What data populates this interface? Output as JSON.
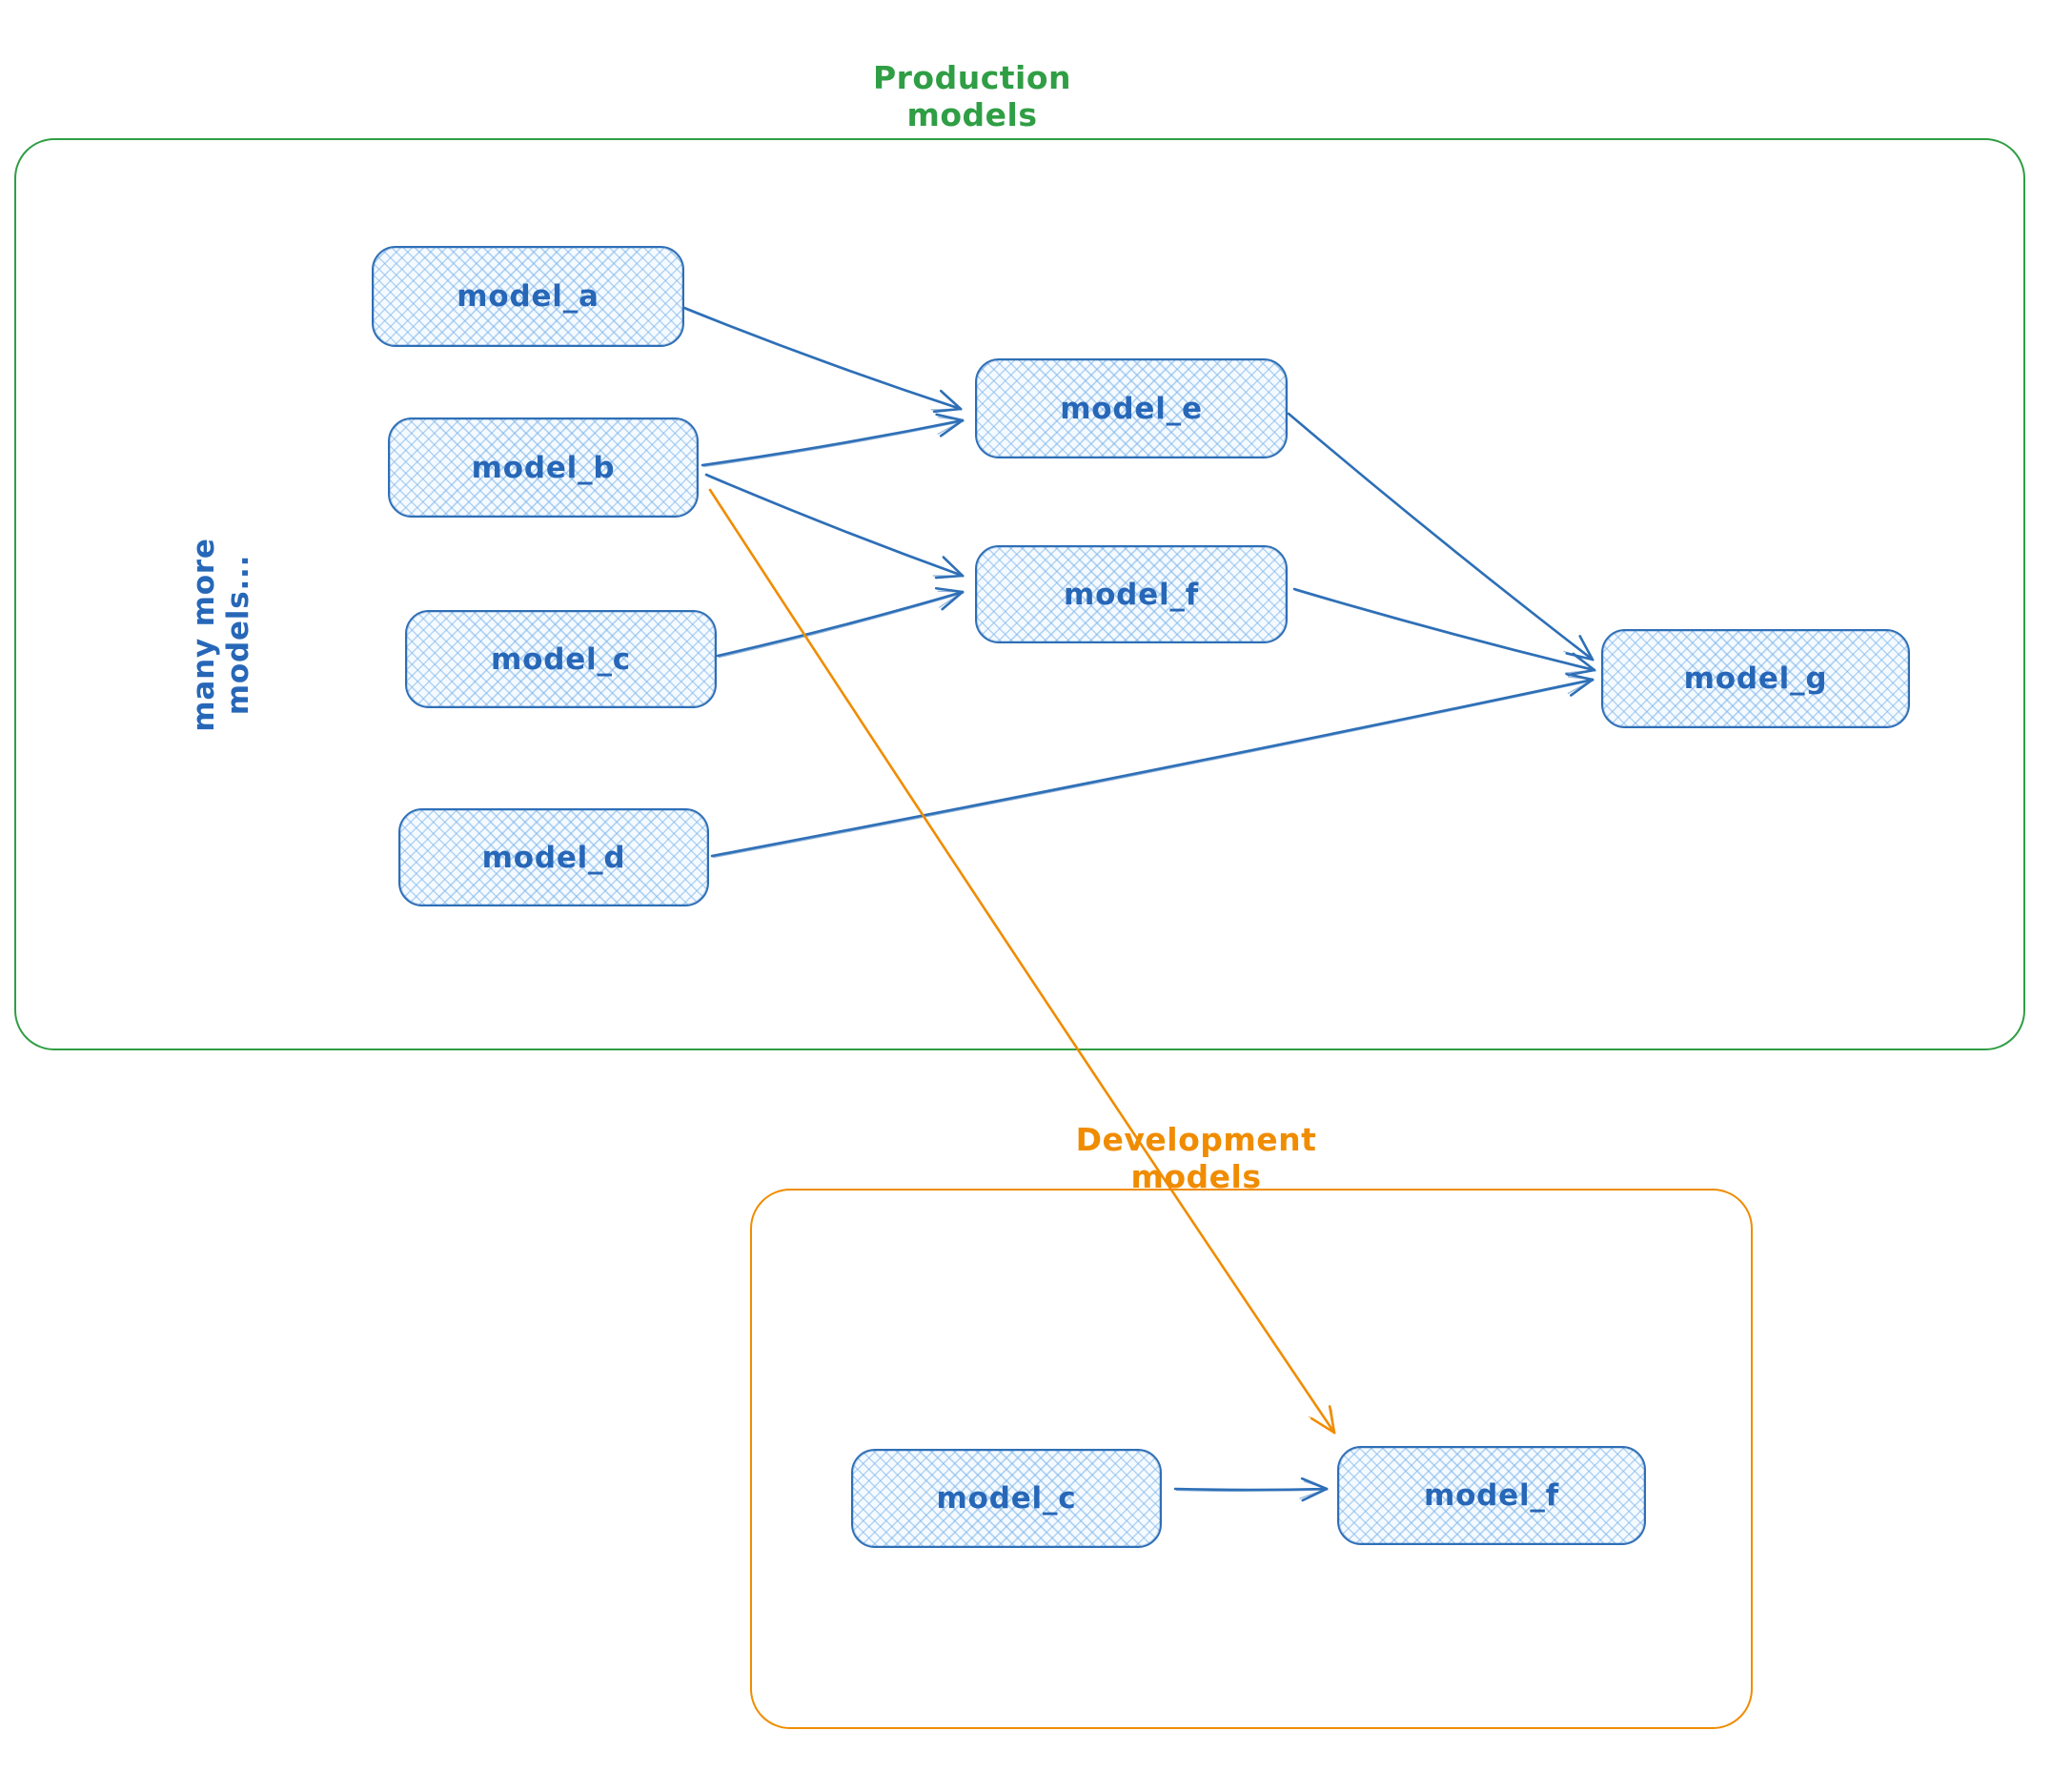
{
  "diagram": {
    "production": {
      "title": "Production models",
      "side_note": "many more models..."
    },
    "development": {
      "title": "Development models"
    }
  },
  "colors": {
    "production_border": "#2f9e44",
    "development_border": "#f08c00",
    "node_stroke": "#2e6fb7",
    "node_label": "#2767b8",
    "node_fill": "#a5d8ff",
    "blue_edge": "#2e6fb7",
    "orange_edge": "#f08c00"
  },
  "nodes": [
    {
      "id": "model_a",
      "label": "model_a",
      "group": "production"
    },
    {
      "id": "model_b",
      "label": "model_b",
      "group": "production"
    },
    {
      "id": "model_c",
      "label": "model_c",
      "group": "production"
    },
    {
      "id": "model_d",
      "label": "model_d",
      "group": "production"
    },
    {
      "id": "model_e",
      "label": "model_e",
      "group": "production"
    },
    {
      "id": "model_f",
      "label": "model_f",
      "group": "production"
    },
    {
      "id": "model_g",
      "label": "model_g",
      "group": "production"
    },
    {
      "id": "dev_model_c",
      "label": "model_c",
      "group": "development"
    },
    {
      "id": "dev_model_f",
      "label": "model_f",
      "group": "development"
    }
  ],
  "edges": [
    {
      "from": "model_a",
      "to": "model_e",
      "style": "blue"
    },
    {
      "from": "model_b",
      "to": "model_e",
      "style": "blue"
    },
    {
      "from": "model_b",
      "to": "model_f",
      "style": "blue"
    },
    {
      "from": "model_c",
      "to": "model_f",
      "style": "blue"
    },
    {
      "from": "model_e",
      "to": "model_g",
      "style": "blue"
    },
    {
      "from": "model_f",
      "to": "model_g",
      "style": "blue"
    },
    {
      "from": "model_d",
      "to": "model_g",
      "style": "blue"
    },
    {
      "from": "dev_model_c",
      "to": "dev_model_f",
      "style": "blue"
    },
    {
      "from": "model_b",
      "to": "dev_model_f",
      "style": "orange"
    }
  ]
}
